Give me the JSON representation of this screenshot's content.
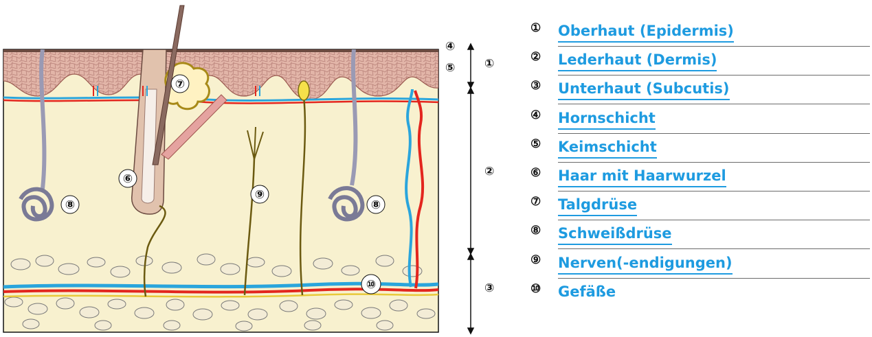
{
  "diagram": {
    "callouts": {
      "n4": "④",
      "n5": "⑤",
      "n1": "①",
      "n2": "②",
      "n3": "③",
      "n6": "⑥",
      "n7": "⑦",
      "n8a": "⑧",
      "n8b": "⑧",
      "n9": "⑨",
      "n10": "⑩"
    },
    "colors": {
      "epidermis": "#d9a89b",
      "dermis": "#f8f1cf",
      "artery": "#e3261e",
      "vein": "#2aa5dc",
      "nerve": "#e8c93a",
      "sweat_gland": "#9a9ab4",
      "hair": "#c9a48a",
      "label_blue": "#1e9be0"
    }
  },
  "legend": [
    {
      "num": "①",
      "text": "Oberhaut (Epidermis)"
    },
    {
      "num": "②",
      "text": "Lederhaut (Dermis)"
    },
    {
      "num": "③",
      "text": "Unterhaut  (Subcutis)"
    },
    {
      "num": "④",
      "text": "Hornschicht"
    },
    {
      "num": "⑤",
      "text": "Keimschicht"
    },
    {
      "num": "⑥",
      "text": "Haar mit Haarwurzel"
    },
    {
      "num": "⑦",
      "text": "Talgdrüse"
    },
    {
      "num": "⑧",
      "text": "Schweißdrüse"
    },
    {
      "num": "⑨",
      "text": "Nerven(-endigungen)"
    },
    {
      "num": "⑩",
      "text": "Gefäße"
    }
  ]
}
